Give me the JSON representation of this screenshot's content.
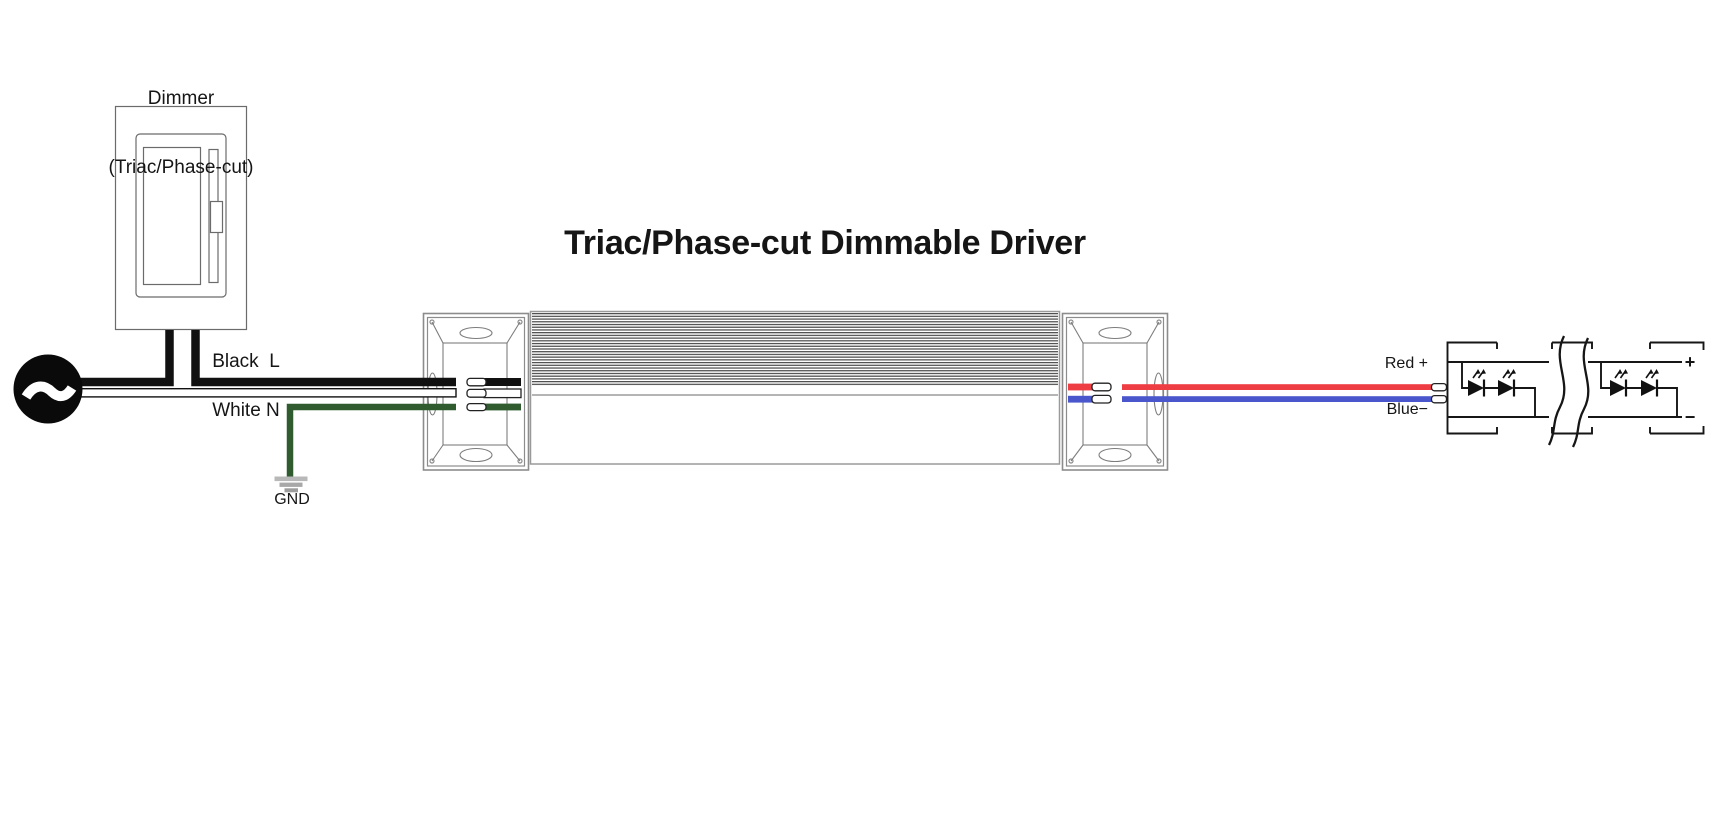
{
  "diagram": {
    "dimmer_label_line1": "Dimmer",
    "dimmer_label_line2": "(Triac/Phase-cut)",
    "title": "Triac/Phase-cut Dimmable Driver",
    "live_wire_label": "Black  L",
    "neutral_wire_label": "White N",
    "ground_label": "GND",
    "positive_wire_label": "Red +",
    "negative_wire_label": "Blue−",
    "led_positive_terminal": "+",
    "led_negative_terminal": "−"
  },
  "colors": {
    "live_wire": "#111111",
    "neutral_wire": "#ffffff",
    "ground_wire": "#2f5b2f",
    "positive_wire": "#ee3d43",
    "negative_wire": "#4a56cb",
    "outline_gray": "#8c8c8c",
    "ground_symbol_gray": "#a8a8a8"
  }
}
